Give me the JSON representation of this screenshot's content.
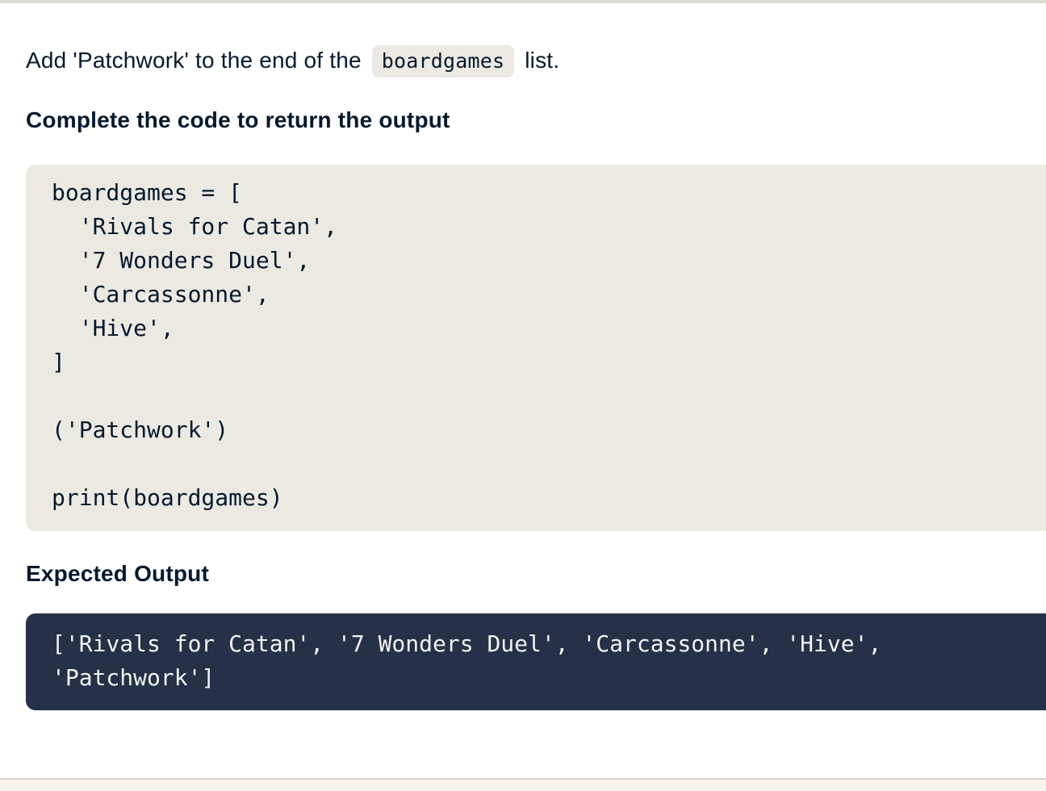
{
  "prompt": {
    "before": "Add 'Patchwork' to the end of the ",
    "code_chip": "boardgames",
    "after": " list."
  },
  "headings": {
    "instruction": "Complete the code to return the output",
    "expected_output": "Expected Output"
  },
  "code_block": {
    "code": "boardgames = [\n  'Rivals for Catan',\n  '7 Wonders Duel',\n  'Carcassonne',\n  'Hive',\n]\n\n('Patchwork')\n\nprint(boardgames)"
  },
  "expected_output": {
    "text": "['Rivals for Catan', '7 Wonders Duel', 'Carcassonne', 'Hive', 'Patchwork']"
  },
  "colors": {
    "text_navy": "#05192d",
    "code_block_bg": "#ece9e2",
    "inline_chip_bg": "#ece9e2",
    "output_block_bg": "#253148",
    "output_text": "#f2f1ef",
    "top_band": "#dcdbd6",
    "footer_bg": "#f7f3ea",
    "footer_border": "#d9d7d2"
  }
}
